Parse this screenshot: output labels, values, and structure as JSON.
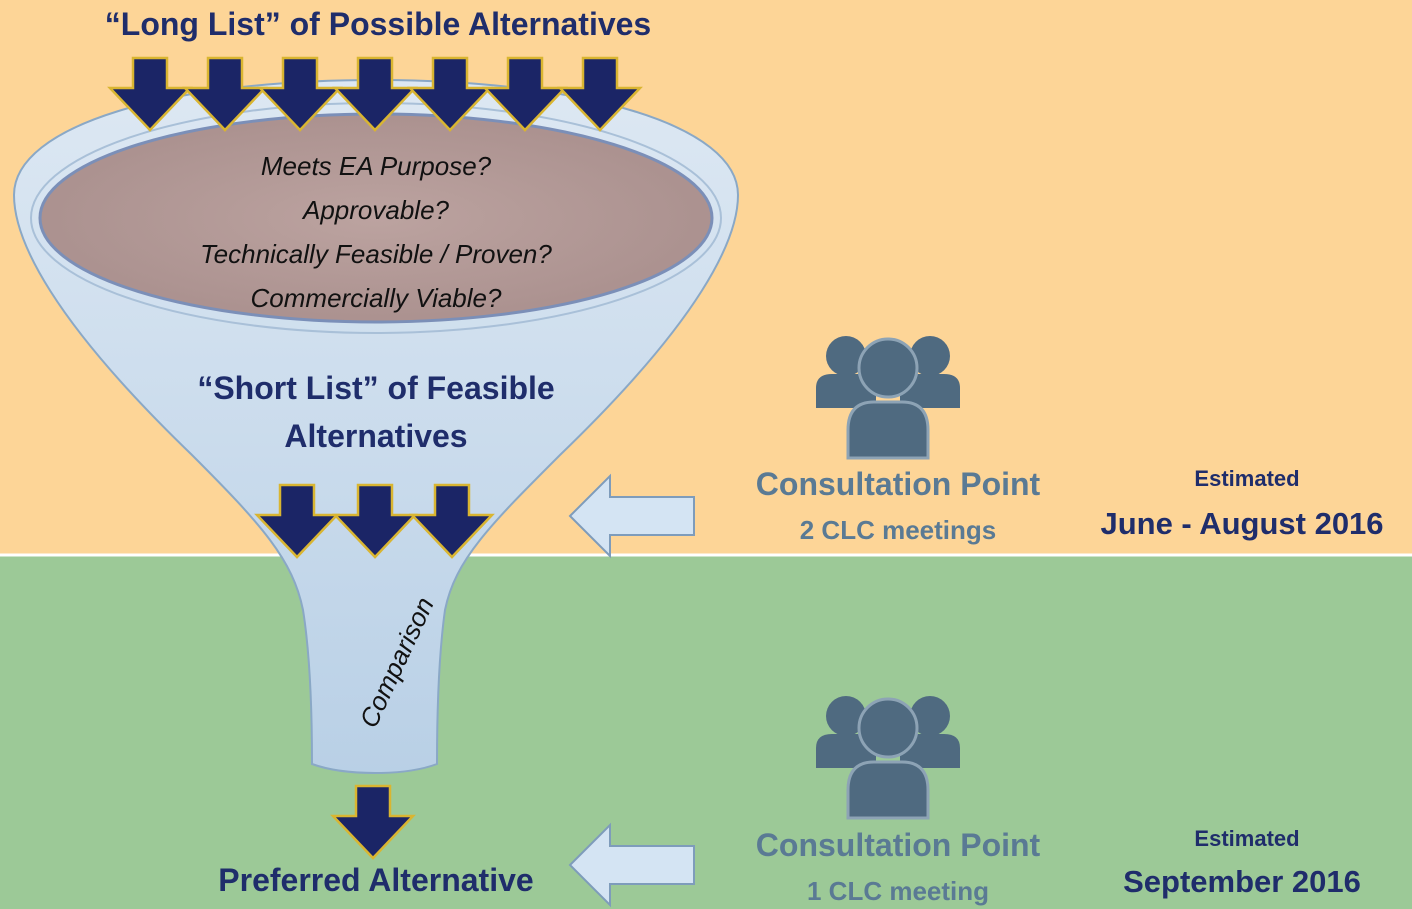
{
  "stages": {
    "long_list_title": "“Long List” of Possible Alternatives",
    "criteria": [
      "Meets EA Purpose?",
      "Approvable?",
      "Technically Feasible / Proven?",
      "Commercially Viable?"
    ],
    "short_list_title": "“Short List” of Feasible Alternatives",
    "comparison_label": "Comparison",
    "preferred_title": "Preferred Alternative"
  },
  "consultation_points": [
    {
      "title": "Consultation Point",
      "subtitle": "2 CLC meetings",
      "estimate_label": "Estimated",
      "date": "June - August 2016"
    },
    {
      "title": "Consultation Point",
      "subtitle": "1 CLC meeting",
      "estimate_label": "Estimated",
      "date": "September 2016"
    }
  ],
  "icons": [
    "down-arrow-icon",
    "left-arrow-icon",
    "people-group-icon",
    "funnel-shape"
  ],
  "colors": {
    "top_band": "#fdd597",
    "bottom_band": "#9cc997",
    "arrow_navy": "#1b2566",
    "arrow_gold": "#d9b531",
    "text_navy": "#1f2d6b",
    "text_slate": "#5a7a94",
    "icon_slate": "#4f6a80",
    "funnel_fill": "#c9dcec",
    "ellipse_fill": "#b59b99"
  }
}
